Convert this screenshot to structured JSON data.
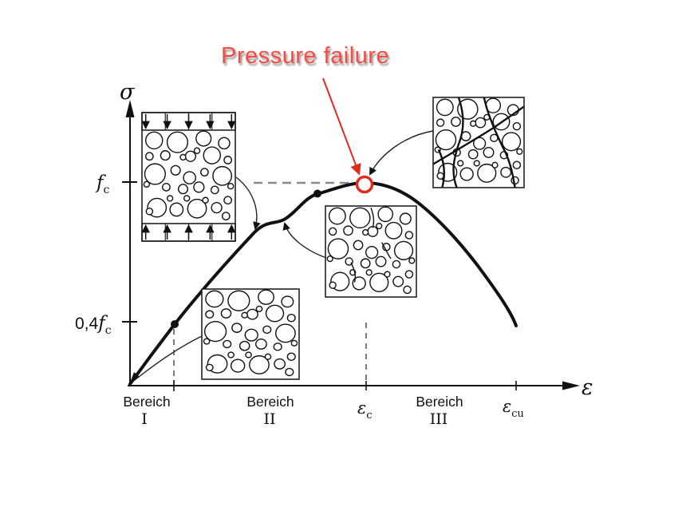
{
  "figure": {
    "annotation": {
      "text": "Pressure failure",
      "marker": "red-circle-at-curve-peak"
    },
    "axes": {
      "y_label": "σ",
      "x_label": "ε",
      "y_ticks": [
        {
          "prefix": "",
          "base": "f",
          "sub": "c"
        },
        {
          "prefix": "0,4",
          "base": "f",
          "sub": "c"
        }
      ],
      "x_ticks": [
        {
          "base": "ε",
          "sub": "c"
        },
        {
          "base": "ε",
          "sub": "cu"
        }
      ]
    },
    "regions": [
      {
        "name": "Bereich",
        "numeral": "I"
      },
      {
        "name": "Bereich",
        "numeral": "II"
      },
      {
        "name": "Bereich",
        "numeral": "III"
      }
    ]
  },
  "colors": {
    "ink": "#111111",
    "accent_red": "#e02b20",
    "annotation_red": "#fb4a42",
    "shadow_gray": "#999999",
    "dash_gray": "#8a8a8a"
  },
  "chart_data": {
    "type": "line",
    "title": "",
    "xlabel": "ε",
    "ylabel": "σ",
    "x_tick_labels": [
      "ε_c",
      "ε_cu"
    ],
    "y_tick_labels": [
      "f_c",
      "0,4f_c"
    ],
    "region_labels": [
      "Bereich I",
      "Bereich II",
      "Bereich III"
    ],
    "annotations": [
      "Pressure failure at curve peak (σ = f_c, ε = ε_c)"
    ],
    "grid": false,
    "legend": "none",
    "series": [
      {
        "name": "concrete compressive stress-strain curve",
        "points_normalized_x_eps_cu_y_fc": [
          [
            0.0,
            0.0
          ],
          [
            0.12,
            0.3
          ],
          [
            0.32,
            0.76
          ],
          [
            0.4,
            0.82
          ],
          [
            0.49,
            0.95
          ],
          [
            0.61,
            1.0
          ],
          [
            0.75,
            0.89
          ],
          [
            0.88,
            0.62
          ],
          [
            1.0,
            0.29
          ]
        ]
      }
    ],
    "point_markers": [
      {
        "at": "0,4f_c level (Bereich I/II boundary)",
        "style": "black-dot"
      },
      {
        "at": "upper Bereich II",
        "style": "black-dot"
      },
      {
        "at": "peak (f_c, ε_c)",
        "style": "red-circle"
      }
    ]
  }
}
